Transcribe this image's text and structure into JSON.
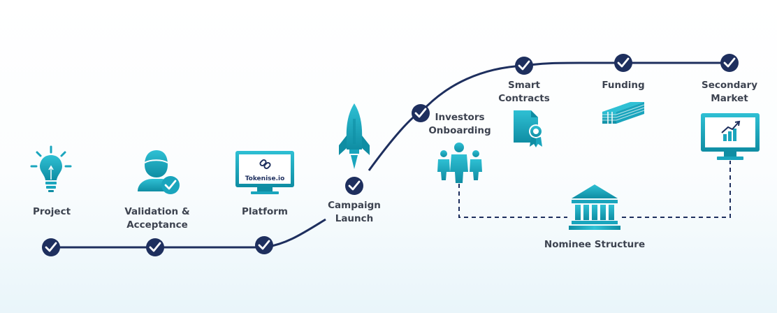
{
  "stages": [
    {
      "lines": [
        "Project"
      ]
    },
    {
      "lines": [
        "Validation &",
        "Acceptance"
      ]
    },
    {
      "lines": [
        "Platform"
      ]
    },
    {
      "lines": [
        "Campaign",
        "Launch"
      ]
    },
    {
      "lines": [
        "Investors",
        "Onboarding"
      ]
    },
    {
      "lines": [
        "Smart",
        "Contracts"
      ]
    },
    {
      "lines": [
        "Funding"
      ]
    },
    {
      "lines": [
        "Secondary",
        "Market"
      ]
    }
  ],
  "nominee": {
    "label": "Nominee Structure"
  },
  "platform_screen_text": "Tokenise.io",
  "colors": {
    "path": "#1e2f5e",
    "check_bg": "#1e2f5e",
    "icon_teal": "#1aa5bd",
    "icon_dark": "#0f7f93",
    "label": "#3d4350"
  },
  "icons": [
    "lightbulb-icon",
    "user-check-icon",
    "monitor-link-icon",
    "rocket-icon",
    "investors-group-icon",
    "certificate-document-icon",
    "money-stack-icon",
    "chart-monitor-icon",
    "bank-building-icon"
  ]
}
